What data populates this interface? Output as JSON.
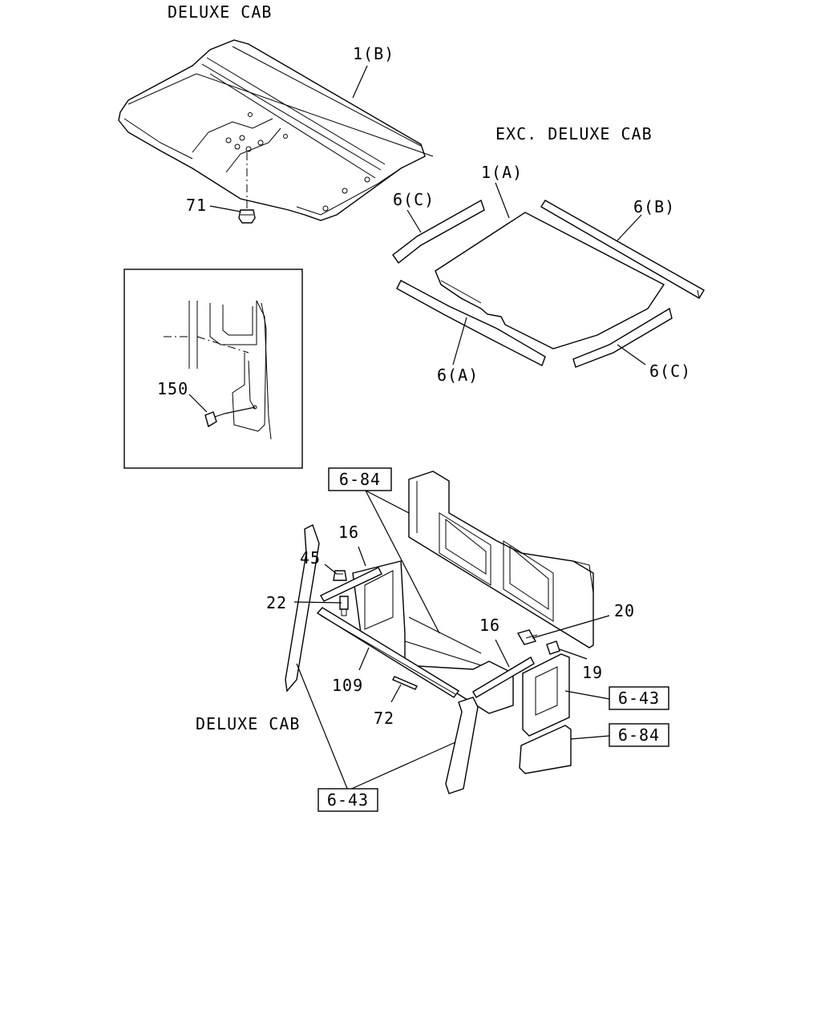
{
  "captions": {
    "deluxe_cab_top": "DELUXE CAB",
    "exc_deluxe_cab": "EXC. DELUXE CAB",
    "deluxe_cab_bottom": "DELUXE CAB"
  },
  "callouts": {
    "c1b": "1(B)",
    "c71": "71",
    "c1a": "1(A)",
    "c6c_top": "6(C)",
    "c6b": "6(B)",
    "c6a": "6(A)",
    "c6c_bottom": "6(C)",
    "c150": "150",
    "c16_left": "16",
    "c45": "45",
    "c22": "22",
    "c109": "109",
    "c72": "72",
    "c16_right": "16",
    "c20": "20",
    "c19": "19"
  },
  "references": {
    "r684_top": "6-84",
    "r643_right": "6-43",
    "r684_right": "6-84",
    "r643_bottom": "6-43"
  }
}
